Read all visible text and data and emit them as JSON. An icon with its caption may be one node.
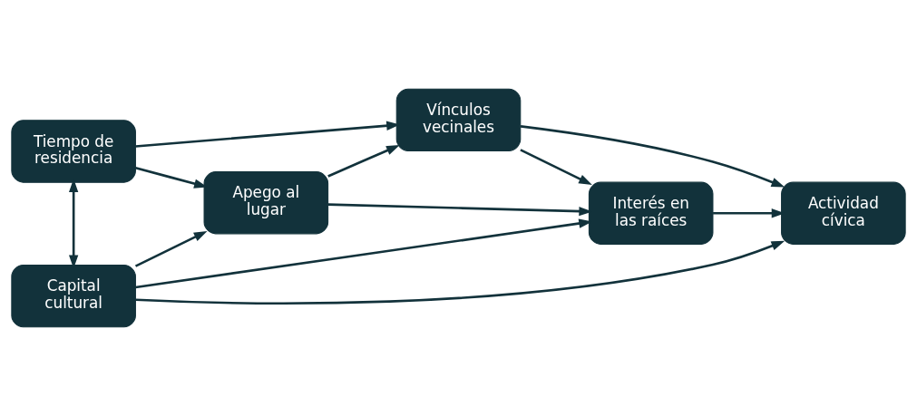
{
  "diagram": {
    "nodes": [
      {
        "text": [
          "Tiempo de residencia"
        ]
      },
      {
        "text": [
          "Vínculos vecinales"
        ]
      },
      {
        "text": [
          "Apego al lugar"
        ]
      },
      {
        "text": [
          "Interés en las raíces"
        ]
      },
      {
        "text": [
          "Actividad cívica"
        ]
      },
      {
        "text": [
          "Capital cultural"
        ]
      }
    ],
    "edges": [
      {
        "from": 0,
        "to": 1,
        "arrow": "to"
      },
      {
        "from": 0,
        "to": 2,
        "arrow": "to"
      },
      {
        "from": 2,
        "to": 1,
        "arrow": "to"
      },
      {
        "from": 2,
        "to": 3,
        "arrow": "to"
      },
      {
        "from": 1,
        "to": 3,
        "arrow": "to"
      },
      {
        "from": 1,
        "to": 4,
        "arrow": "to"
      },
      {
        "from": 3,
        "to": 4,
        "arrow": "to"
      },
      {
        "from": 5,
        "to": 2,
        "arrow": "to"
      },
      {
        "from": 5,
        "to": 3,
        "arrow": "to"
      },
      {
        "from": 5,
        "to": 4,
        "arrow": "to"
      },
      {
        "from": 5,
        "to": 0,
        "arrow": "both"
      }
    ]
  }
}
